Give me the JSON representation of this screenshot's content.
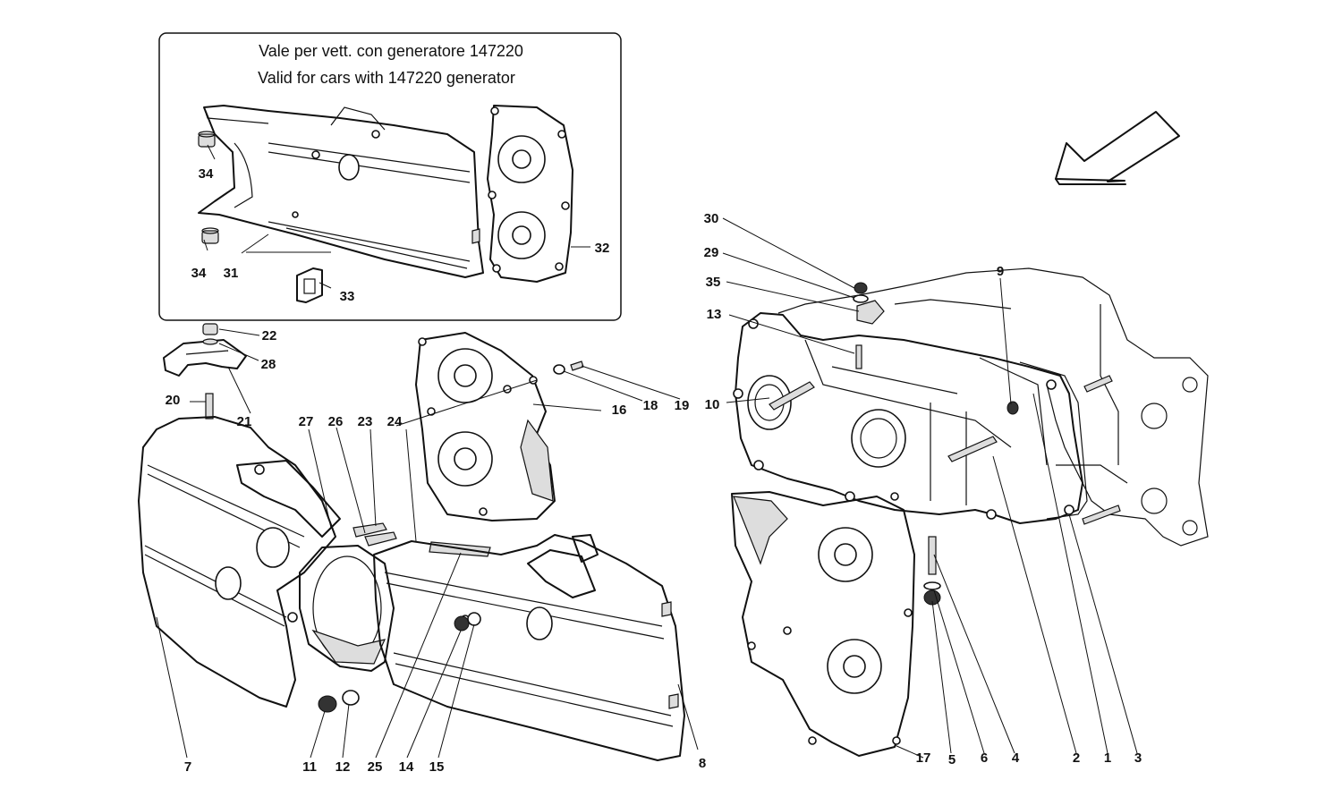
{
  "note": {
    "line1": "Vale per vett. con generatore 147220",
    "line2": "Valid for cars with 147220 generator"
  },
  "callouts": {
    "c1": "1",
    "c2": "2",
    "c3": "3",
    "c4": "4",
    "c5": "5",
    "c6": "6",
    "c7": "7",
    "c8": "8",
    "c9": "9",
    "c10": "10",
    "c11": "11",
    "c12": "12",
    "c13": "13",
    "c14": "14",
    "c15": "15",
    "c16": "16",
    "c17": "17",
    "c18": "18",
    "c19": "19",
    "c20": "20",
    "c21": "21",
    "c22": "22",
    "c23": "23",
    "c24": "24",
    "c25": "25",
    "c26": "26",
    "c27": "27",
    "c28": "28",
    "c29": "29",
    "c30": "30",
    "c31": "31",
    "c32": "32",
    "c33": "33",
    "c34a": "34",
    "c34b": "34",
    "c35": "35"
  }
}
